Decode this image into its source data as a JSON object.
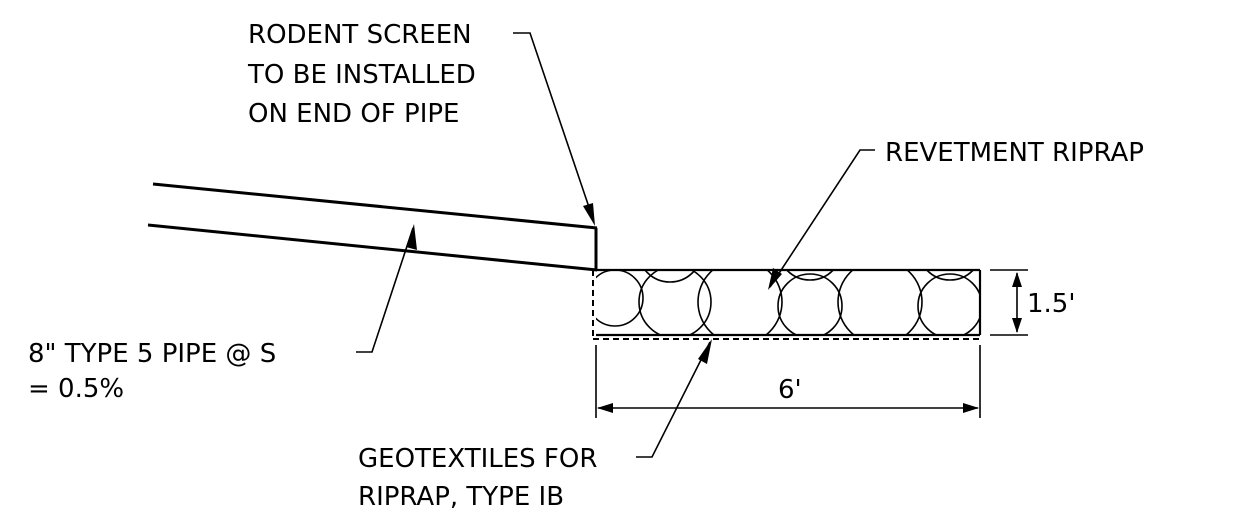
{
  "labels": {
    "rodent_screen": [
      "RODENT SCREEN",
      "TO BE INSTALLED",
      "ON END OF PIPE"
    ],
    "revetment_riprap": "REVETMENT RIPRAP",
    "pipe": [
      "8\" TYPE 5 PIPE @ S",
      "= 0.5%"
    ],
    "geotextiles": [
      "GEOTEXTILES FOR",
      "RIPRAP, TYPE IB"
    ]
  },
  "dimensions": {
    "riprap_thickness": "1.5'",
    "riprap_width": "6'"
  }
}
